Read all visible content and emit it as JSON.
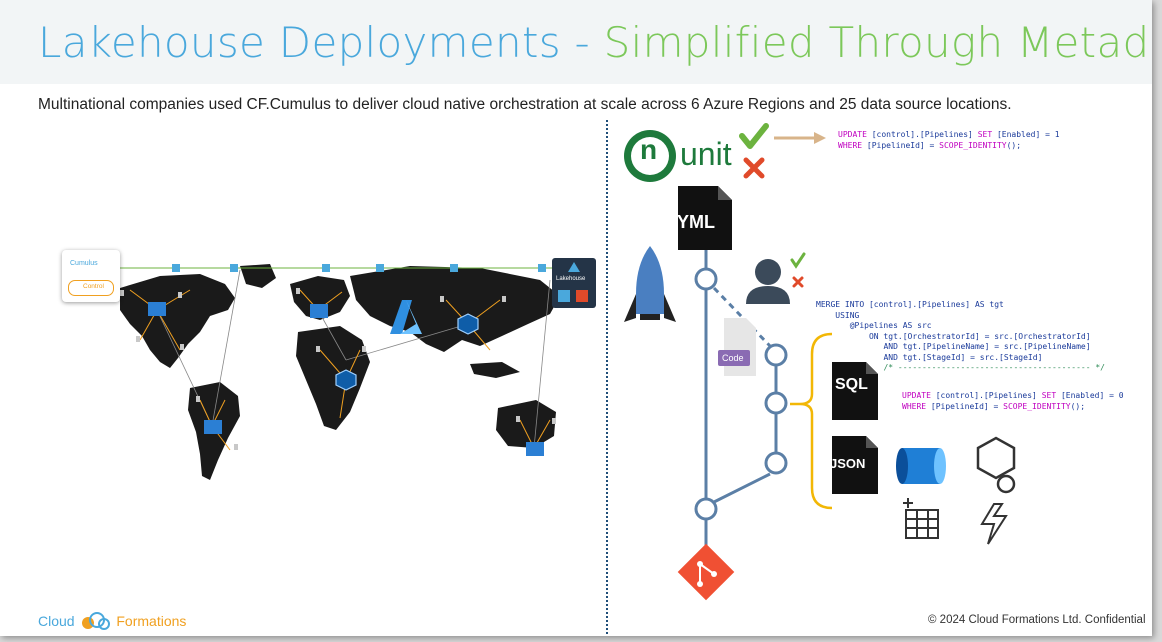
{
  "slide": {
    "title_part1": "Lakehouse Deployments - ",
    "title_part2": "Simplified Through Metadata",
    "subtitle": "Multinational companies used CF.Cumulus to deliver cloud native orchestration at scale across 6 Azure Regions and 25 data source locations.",
    "footer_brand_part1": "Cloud",
    "footer_brand_part2": "Formations",
    "footer_copyright": "© 2024 Cloud Formations Ltd. Confidential"
  },
  "colors": {
    "title_blue": "#4aa8dc",
    "title_green": "#7cc85a",
    "git_orange": "#f05033",
    "branch_blue": "#5b7fa6",
    "nunit_green": "#1e7a3c",
    "check_green": "#6cb33f",
    "cross_red": "#e04a2a",
    "brace_yellow": "#f2b705"
  },
  "left_panel": {
    "cumulus_label": "Cumulus",
    "control_label": "Control",
    "lakehouse_label": "Lakehouse"
  },
  "right_panel": {
    "nunit_label": "unit",
    "nunit_letter": "n",
    "yml_label": "YML",
    "code_label": "Code",
    "sql_label": "SQL",
    "json_label": "JSON",
    "icons": [
      "nunit-logo",
      "check-icon",
      "cross-icon",
      "yml-file-icon",
      "rocket-icon",
      "user-icon",
      "code-file-icon",
      "sql-file-icon",
      "json-file-icon",
      "storage-cylinder-icon",
      "linked-service-icon",
      "table-add-icon",
      "trigger-icon",
      "git-icon"
    ]
  },
  "code_snippets": {
    "top": [
      {
        "kw": "UPDATE",
        "rest": " [control].[Pipelines] ",
        "kw2": "SET",
        "rest2": " [Enabled] = 1"
      },
      {
        "kw": "WHERE",
        "rest": " [PipelineId] = ",
        "kw2": "SCOPE_IDENTITY",
        "rest2": "();"
      }
    ],
    "merge_line1": "MERGE INTO [control].[Pipelines] AS tgt",
    "merge_line2": "USING",
    "merge_line3": "@Pipelines AS src",
    "merge_line4": "ON tgt.[OrchestratorId] = src.[OrchestratorId]",
    "merge_line5": "AND tgt.[PipelineName] = src.[PipelineName]",
    "merge_line6": "AND tgt.[StageId] = src.[StageId]",
    "merge_line7": "/* ---------------------------------------- */",
    "bottom": [
      {
        "kw": "UPDATE",
        "rest": " [control].[Pipelines] ",
        "kw2": "SET",
        "rest2": " [Enabled] = 0"
      },
      {
        "kw": "WHERE",
        "rest": " [PipelineId] = ",
        "kw2": "SCOPE_IDENTITY",
        "rest2": "();"
      }
    ]
  }
}
